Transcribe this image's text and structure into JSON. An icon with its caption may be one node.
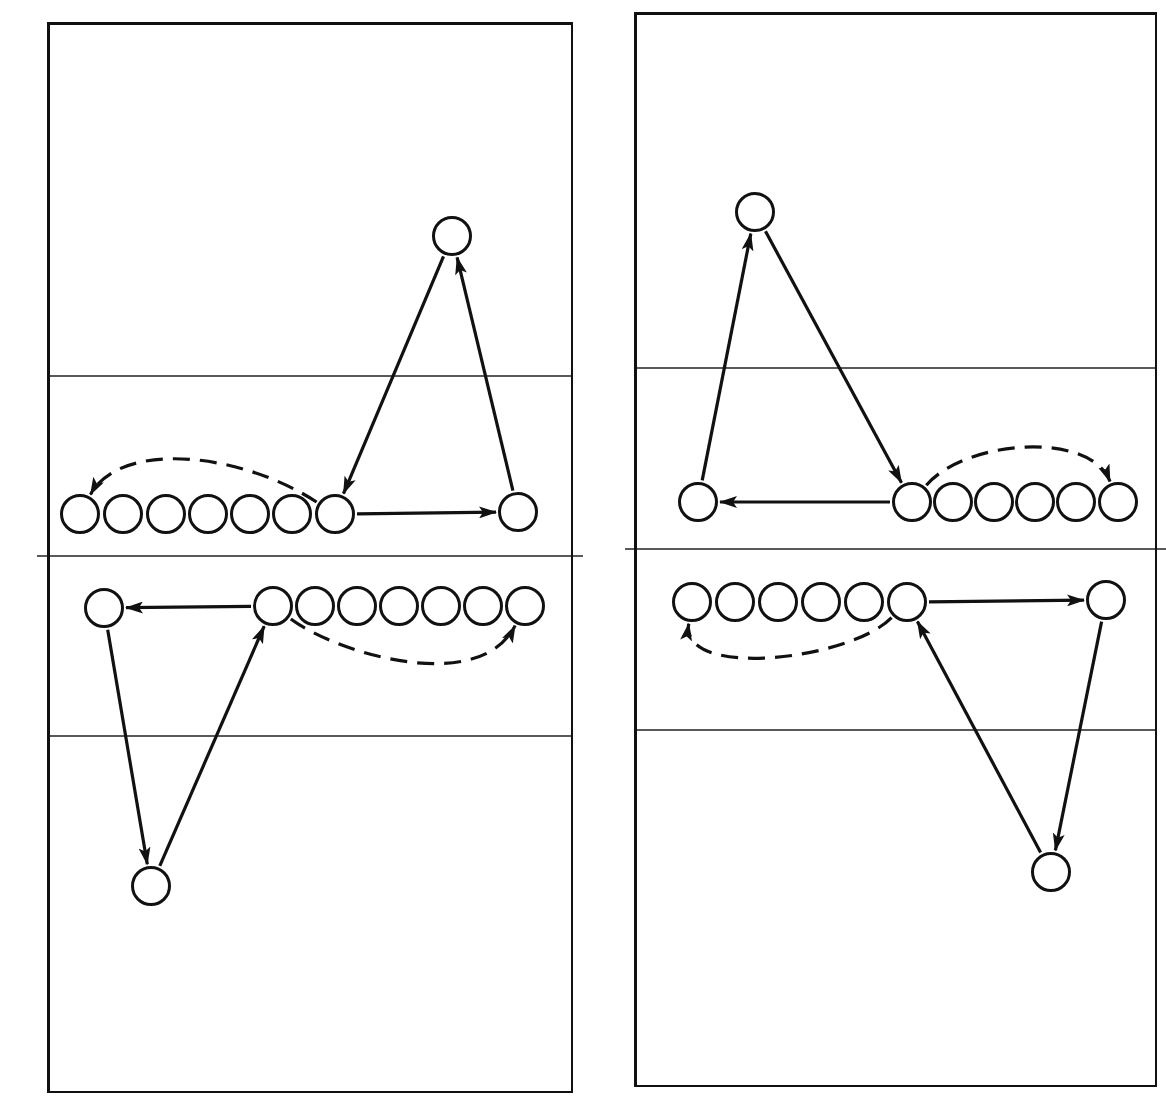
{
  "diagram": {
    "nodes": [
      {
        "text": [],
        "shape": "box"
      },
      {
        "text": [],
        "shape": "circle",
        "in": 0
      },
      {
        "text": [],
        "shape": "circle",
        "in": 0
      },
      {
        "text": [],
        "shape": "circle",
        "in": 0
      },
      {
        "text": [],
        "shape": "circle",
        "in": 0
      },
      {
        "text": [],
        "shape": "circle",
        "in": 0
      },
      {
        "text": [],
        "shape": "circle",
        "in": 0
      },
      {
        "text": [],
        "shape": "circle",
        "in": 0
      },
      {
        "text": [],
        "shape": "circle",
        "in": 0
      },
      {
        "text": [],
        "shape": "circle",
        "in": 0
      },
      {
        "text": [],
        "shape": "circle",
        "in": 0
      },
      {
        "text": [],
        "shape": "circle",
        "in": 0
      },
      {
        "text": [],
        "shape": "circle",
        "in": 0
      },
      {
        "text": [],
        "shape": "circle",
        "in": 0
      },
      {
        "text": [],
        "shape": "circle",
        "in": 0
      },
      {
        "text": [],
        "shape": "circle",
        "in": 0
      },
      {
        "text": [],
        "shape": "circle",
        "in": 0
      },
      {
        "text": [],
        "shape": "circle",
        "in": 0
      },
      {
        "text": [],
        "shape": "circle",
        "in": 0
      },
      {
        "text": [],
        "shape": "box"
      },
      {
        "text": [],
        "shape": "circle",
        "in": 19
      },
      {
        "text": [],
        "shape": "circle",
        "in": 19
      },
      {
        "text": [],
        "shape": "circle",
        "in": 19
      },
      {
        "text": [],
        "shape": "circle",
        "in": 19
      },
      {
        "text": [],
        "shape": "circle",
        "in": 19
      },
      {
        "text": [],
        "shape": "circle",
        "in": 19
      },
      {
        "text": [],
        "shape": "circle",
        "in": 19
      },
      {
        "text": [],
        "shape": "circle",
        "in": 19
      },
      {
        "text": [],
        "shape": "circle",
        "in": 19
      },
      {
        "text": [],
        "shape": "circle",
        "in": 19
      },
      {
        "text": [],
        "shape": "circle",
        "in": 19
      },
      {
        "text": [],
        "shape": "circle",
        "in": 19
      },
      {
        "text": [],
        "shape": "circle",
        "in": 19
      },
      {
        "text": [],
        "shape": "circle",
        "in": 19
      },
      {
        "text": [],
        "shape": "circle",
        "in": 19
      },
      {
        "text": [],
        "shape": "circle",
        "in": 19
      }
    ],
    "edges": [
      {
        "from": 1,
        "to": 8,
        "arrow": "to"
      },
      {
        "from": 8,
        "to": 9,
        "arrow": "to"
      },
      {
        "from": 9,
        "to": 1,
        "arrow": "to"
      },
      {
        "from": 8,
        "to": 2,
        "arrow": "to",
        "style": "dashed"
      },
      {
        "from": 11,
        "to": 10,
        "arrow": "to"
      },
      {
        "from": 10,
        "to": 18,
        "arrow": "to"
      },
      {
        "from": 18,
        "to": 11,
        "arrow": "to"
      },
      {
        "from": 11,
        "to": 17,
        "arrow": "to",
        "style": "dashed"
      },
      {
        "from": 22,
        "to": 21,
        "arrow": "to"
      },
      {
        "from": 21,
        "to": 20,
        "arrow": "to"
      },
      {
        "from": 20,
        "to": 22,
        "arrow": "to"
      },
      {
        "from": 22,
        "to": 27,
        "arrow": "to",
        "style": "dashed"
      },
      {
        "from": 33,
        "to": 34,
        "arrow": "to"
      },
      {
        "from": 34,
        "to": 35,
        "arrow": "to"
      },
      {
        "from": 35,
        "to": 33,
        "arrow": "to"
      },
      {
        "from": 33,
        "to": 28,
        "arrow": "to",
        "style": "dashed"
      }
    ]
  }
}
